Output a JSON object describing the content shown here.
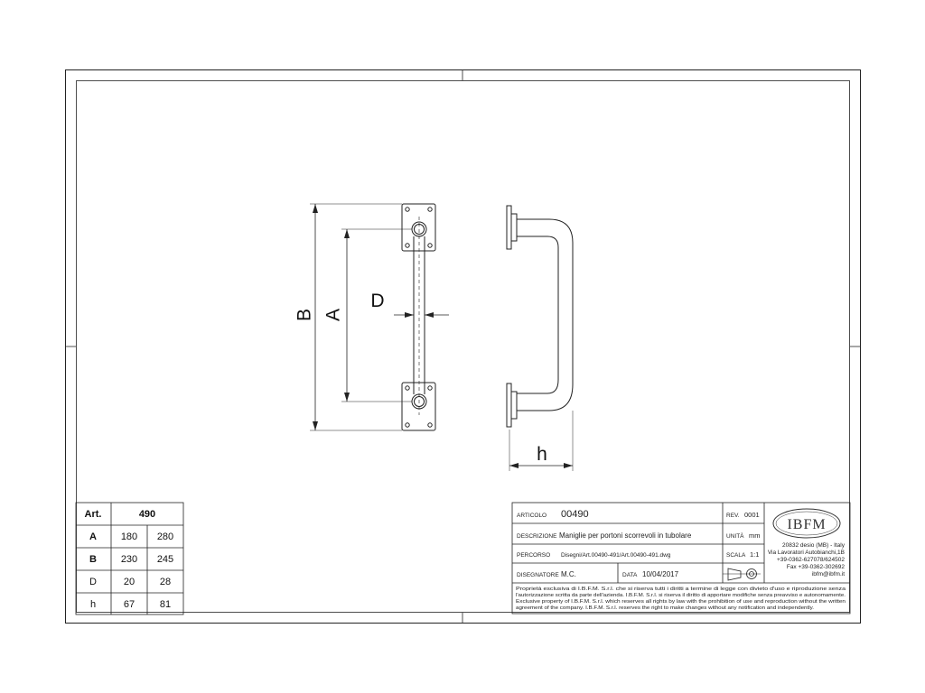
{
  "dimension_labels": {
    "B": "B",
    "A": "A",
    "D": "D",
    "h": "h"
  },
  "size_table": {
    "header_label": "Art.",
    "header_value": "490",
    "rows": [
      {
        "label": "A",
        "values": [
          "180",
          "280"
        ]
      },
      {
        "label": "B",
        "values": [
          "230",
          "245"
        ]
      },
      {
        "label": "D",
        "values": [
          "20",
          "28"
        ]
      },
      {
        "label": "h",
        "values": [
          "67",
          "81"
        ]
      }
    ]
  },
  "title_block": {
    "articolo_label": "ARTICOLO",
    "articolo_value": "00490",
    "rev_label": "REV.",
    "rev_value": "0001",
    "descrizione_label": "DESCRIZIONE",
    "descrizione_value": "Maniglie per portoni scorrevoli in tubolare",
    "unita_label": "UNITÀ",
    "unita_value": "mm",
    "percorso_label": "PERCORSO",
    "percorso_value": "Disegni/Art.00490-491/Art.00490-491.dwg",
    "scala_label": "SCALA",
    "scala_value": "1:1",
    "disegnatore_label": "DISEGNATORE",
    "disegnatore_value": "M.C.",
    "data_label": "DATA",
    "data_value": "10/04/2017",
    "logo_text": "IBFM",
    "address_lines": [
      "20832 desio (MB) - Italy",
      "Via Lavoratori Autobianchi,1B",
      "+39-0362-627078/624502",
      "Fax +39-0362-302692",
      "ibfm@ibfm.it"
    ],
    "legal_lines": [
      "Proprietà esclusiva di I.B.F.M. S.r.l. che si riserva tutti i diritti a termine di legge con divieto d'uso e riproduzione senza",
      "l'autorizzazione scritta da parte dell'azienda. I.B.F.M. S.r.l. si riserva il diritto di apportare modifiche senza preavviso e autonomamente.",
      "Exclusive property of I.B.F.M. S.r.l. which reserves all rights by law with the prohibition of use and reproduction without the written",
      "agreement of the company. I.B.F.M. S.r.l. reserves the right to make changes without any notification and independently."
    ]
  }
}
